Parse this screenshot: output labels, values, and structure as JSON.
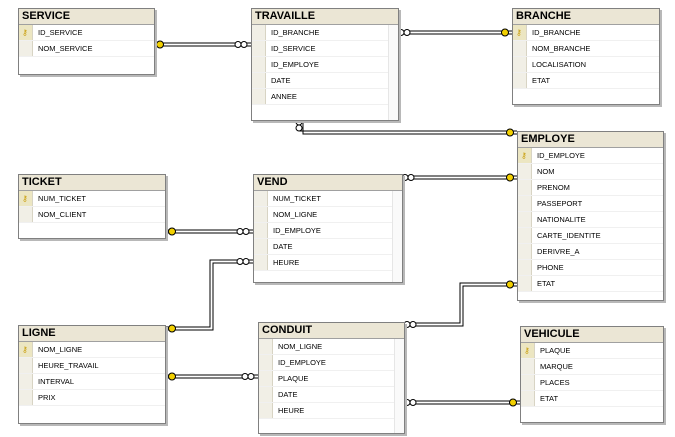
{
  "tables": {
    "service": {
      "title": "SERVICE",
      "fields": [
        {
          "name": "ID_SERVICE",
          "key": true
        },
        {
          "name": "NOM_SERVICE",
          "key": false
        }
      ]
    },
    "travaille": {
      "title": "TRAVAILLE",
      "fields": [
        {
          "name": "ID_BRANCHE",
          "key": false
        },
        {
          "name": "ID_SERVICE",
          "key": false
        },
        {
          "name": "ID_EMPLOYE",
          "key": false
        },
        {
          "name": "DATE",
          "key": false
        },
        {
          "name": "ANNEE",
          "key": false
        }
      ]
    },
    "branche": {
      "title": "BRANCHE",
      "fields": [
        {
          "name": "ID_BRANCHE",
          "key": true
        },
        {
          "name": "NOM_BRANCHE",
          "key": false
        },
        {
          "name": "LOCALISATION",
          "key": false
        },
        {
          "name": "ETAT",
          "key": false
        }
      ]
    },
    "ticket": {
      "title": "TICKET",
      "fields": [
        {
          "name": "NUM_TICKET",
          "key": true
        },
        {
          "name": "NOM_CLIENT",
          "key": false
        }
      ]
    },
    "vend": {
      "title": "VEND",
      "fields": [
        {
          "name": "NUM_TICKET",
          "key": false
        },
        {
          "name": "NOM_LIGNE",
          "key": false
        },
        {
          "name": "ID_EMPLOYE",
          "key": false
        },
        {
          "name": "DATE",
          "key": false
        },
        {
          "name": "HEURE",
          "key": false
        }
      ]
    },
    "employe": {
      "title": "EMPLOYE",
      "fields": [
        {
          "name": "ID_EMPLOYE",
          "key": true
        },
        {
          "name": "NOM",
          "key": false
        },
        {
          "name": "PRENOM",
          "key": false
        },
        {
          "name": "PASSEPORT",
          "key": false
        },
        {
          "name": "NATIONALITE",
          "key": false
        },
        {
          "name": "CARTE_IDENTITE",
          "key": false
        },
        {
          "name": "DERIVRE_A",
          "key": false
        },
        {
          "name": "PHONE",
          "key": false
        },
        {
          "name": "ETAT",
          "key": false
        }
      ]
    },
    "ligne": {
      "title": "LIGNE",
      "fields": [
        {
          "name": "NOM_LIGNE",
          "key": true
        },
        {
          "name": "HEURE_TRAVAIL",
          "key": false
        },
        {
          "name": "INTERVAL",
          "key": false
        },
        {
          "name": "PRIX",
          "key": false
        }
      ]
    },
    "conduit": {
      "title": "CONDUIT",
      "fields": [
        {
          "name": "NOM_LIGNE",
          "key": false
        },
        {
          "name": "ID_EMPLOYE",
          "key": false
        },
        {
          "name": "PLAQUE",
          "key": false
        },
        {
          "name": "DATE",
          "key": false
        },
        {
          "name": "HEURE",
          "key": false
        }
      ]
    },
    "vehicule": {
      "title": "VEHICULE",
      "fields": [
        {
          "name": "PLAQUE",
          "key": true
        },
        {
          "name": "MARQUE",
          "key": false
        },
        {
          "name": "PLACES",
          "key": false
        },
        {
          "name": "ETAT",
          "key": false
        }
      ]
    }
  },
  "relationships": [
    {
      "from": "service",
      "to": "travaille"
    },
    {
      "from": "branche",
      "to": "travaille"
    },
    {
      "from": "employe",
      "to": "travaille"
    },
    {
      "from": "employe",
      "to": "vend"
    },
    {
      "from": "ticket",
      "to": "vend"
    },
    {
      "from": "ligne",
      "to": "vend"
    },
    {
      "from": "ligne",
      "to": "conduit"
    },
    {
      "from": "employe",
      "to": "conduit"
    },
    {
      "from": "vehicule",
      "to": "conduit"
    }
  ],
  "colors": {
    "header": "#ebe6d5",
    "key": "#c79a00",
    "line": "#000000",
    "border": "#808080"
  }
}
